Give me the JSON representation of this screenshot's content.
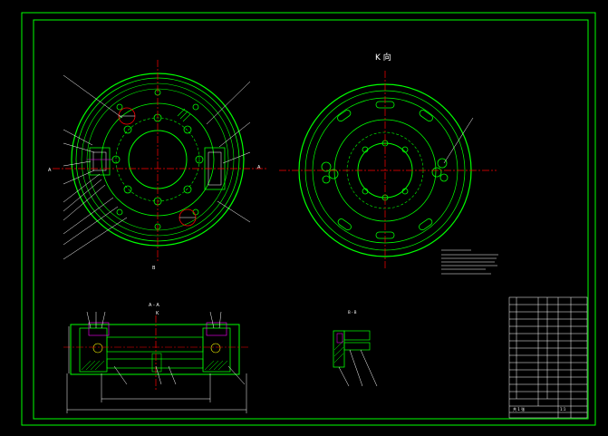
{
  "view_labels": {
    "view_k": "K 向",
    "section_a": "A",
    "section_a_right": "A",
    "section_aa": "A - A",
    "section_bb": "B - B",
    "k_arrow": "K",
    "b_mark": "B"
  },
  "title_block": {
    "scale": "1:1",
    "sheet": "共 1 张"
  },
  "colors": {
    "background": "#000000",
    "border": "#00ff00",
    "part": "#00ff00",
    "centerline": "#ff0000",
    "leader": "#ffffff",
    "accent_magenta": "#ff00ff",
    "accent_yellow": "#ffff00"
  }
}
